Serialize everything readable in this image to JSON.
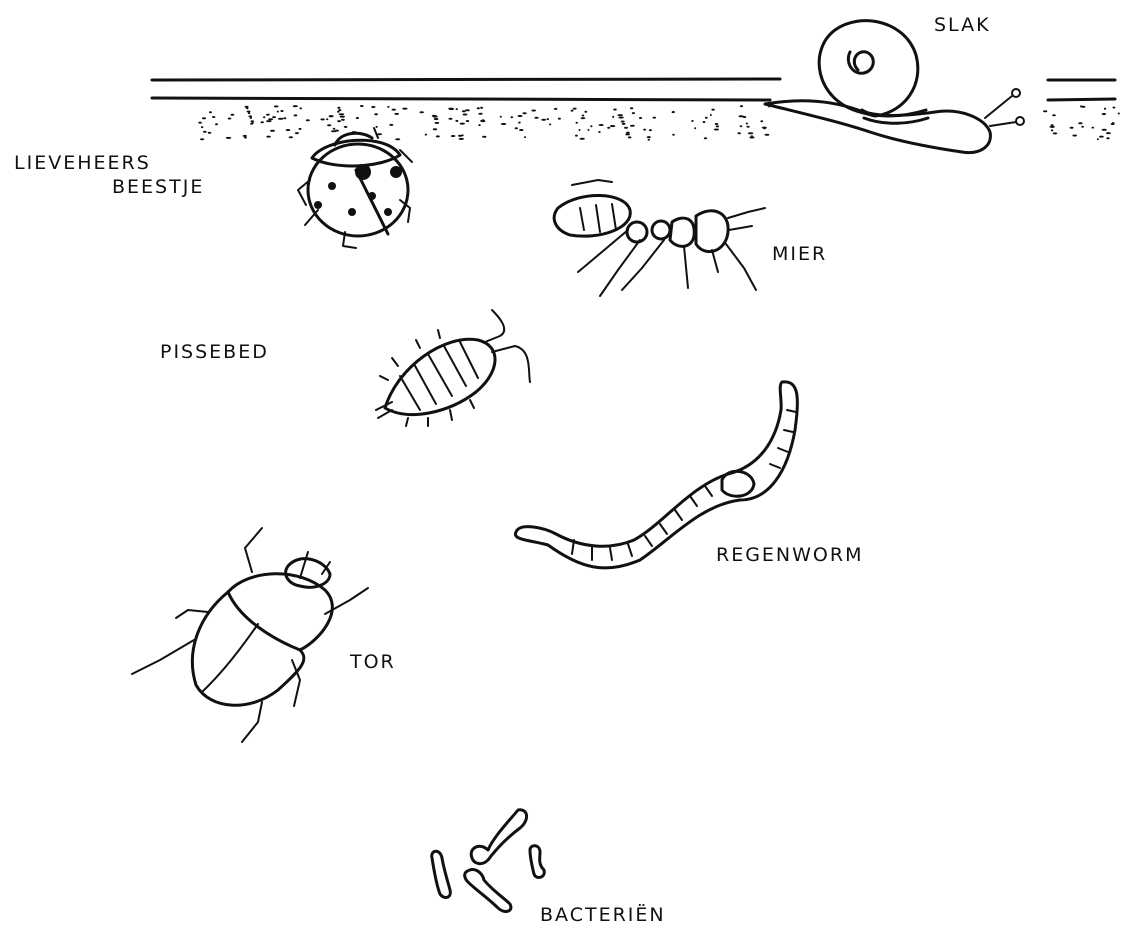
{
  "labels": {
    "slak": "SLAK",
    "lieveheersbeestje_line1": "LIEVEHEERS",
    "lieveheersbeestje_line2": "BEESTJE",
    "mier": "MIER",
    "pissebed": "PISSEBED",
    "regenworm": "REGENWORM",
    "tor": "TOR",
    "bacterien": "BACTERIËN"
  },
  "colors": {
    "ink": "#111111",
    "paper": "#ffffff"
  }
}
